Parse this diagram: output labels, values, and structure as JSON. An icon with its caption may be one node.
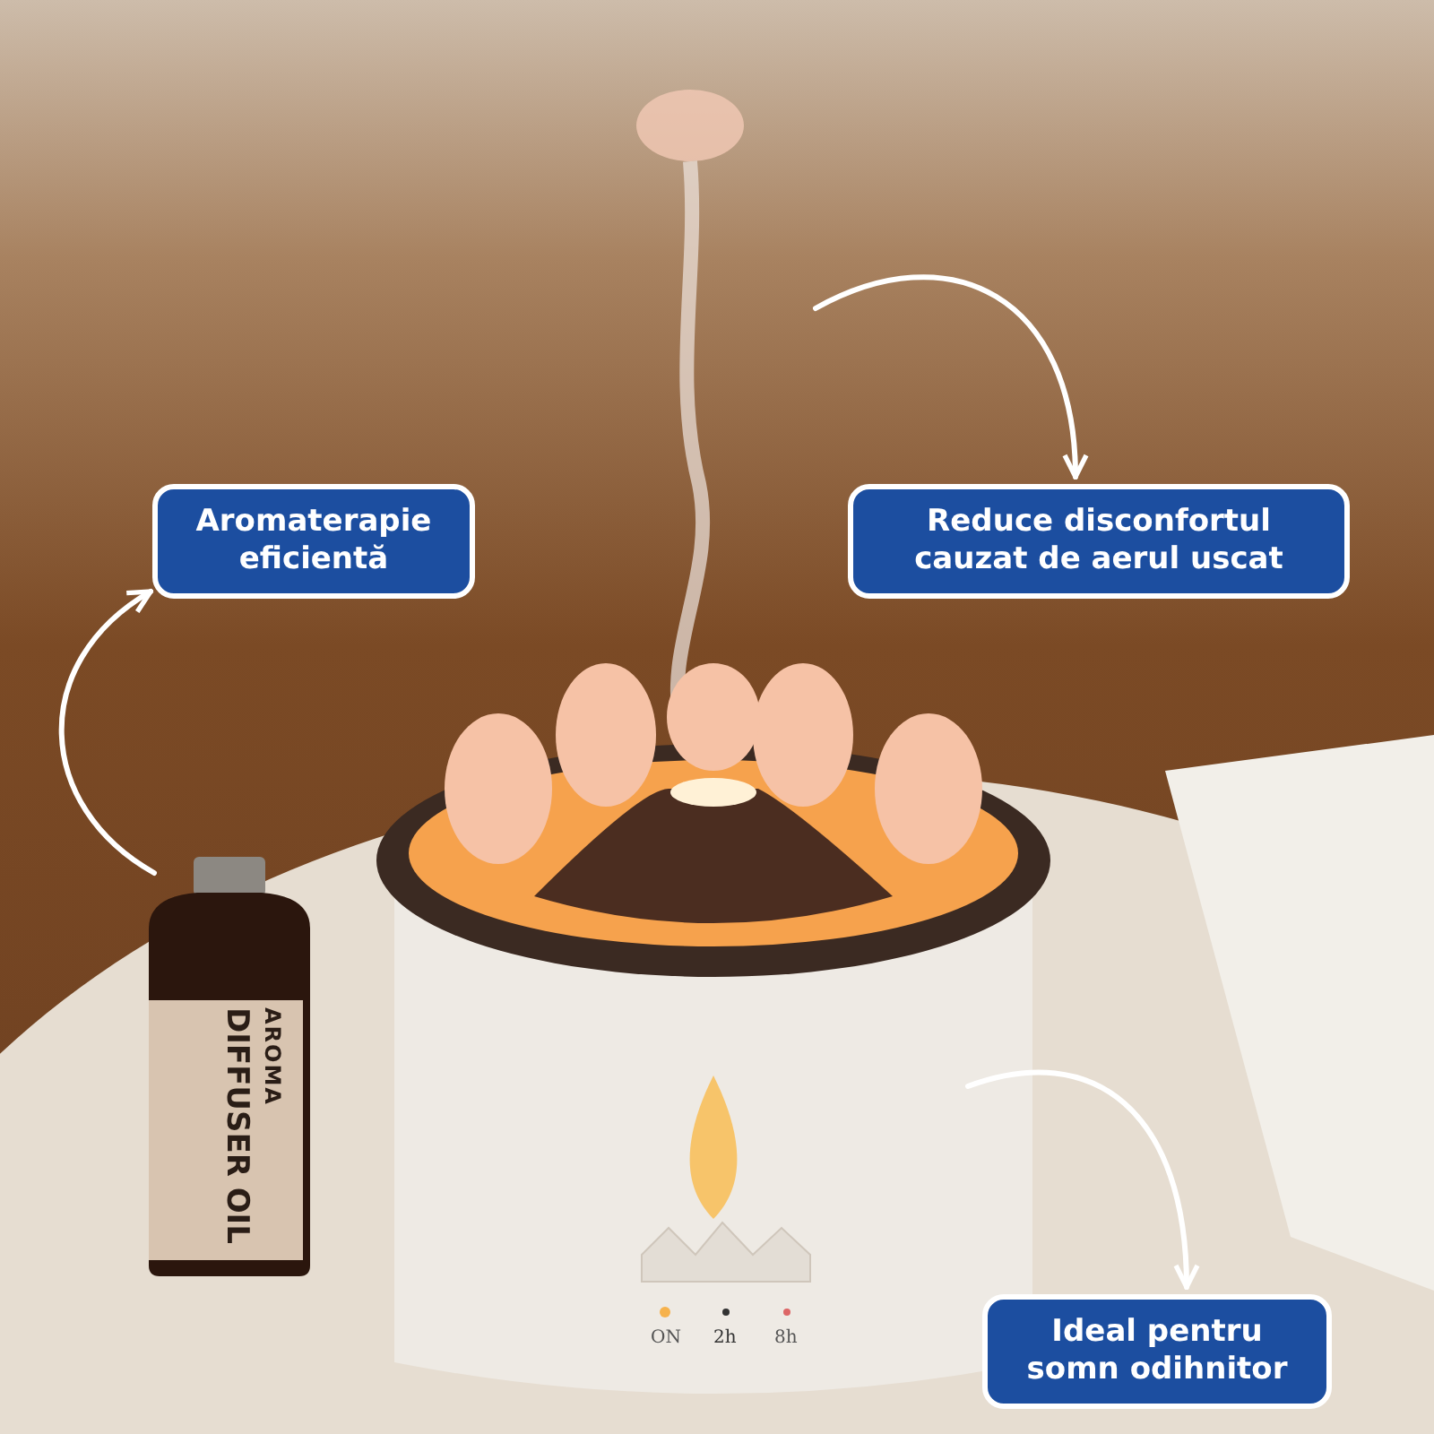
{
  "diagram": {
    "nodes": [
      {
        "text": [
          "Aromaterapie eficientă"
        ]
      },
      {
        "text": [
          "Reduce disconfortul cauzat de aerul uscat"
        ]
      },
      {
        "text": [],
        "shape": "picture"
      },
      {
        "text": [],
        "shape": "picture"
      },
      {
        "text": [
          "Ideal pentru somn odihnitor"
        ]
      }
    ],
    "edges": [
      {
        "from": 2,
        "to": 0,
        "arrow": "to"
      },
      {
        "from": null,
        "to": 1,
        "arrow": "to"
      },
      {
        "from": 3,
        "to": 4,
        "arrow": "to"
      }
    ],
    "labels": [
      "AROMA",
      "DIFFUSER OIL",
      "ON",
      "2h",
      "8h"
    ]
  }
}
